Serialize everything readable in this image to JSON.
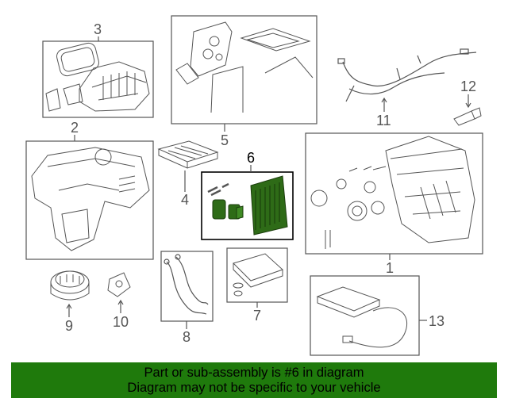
{
  "diagram": {
    "callouts": [
      {
        "id": "1",
        "label": "1"
      },
      {
        "id": "2",
        "label": "2"
      },
      {
        "id": "3",
        "label": "3"
      },
      {
        "id": "4",
        "label": "4"
      },
      {
        "id": "5",
        "label": "5"
      },
      {
        "id": "6",
        "label": "6",
        "highlighted": true
      },
      {
        "id": "7",
        "label": "7"
      },
      {
        "id": "8",
        "label": "8"
      },
      {
        "id": "9",
        "label": "9"
      },
      {
        "id": "10",
        "label": "10"
      },
      {
        "id": "11",
        "label": "11"
      },
      {
        "id": "12",
        "label": "12"
      },
      {
        "id": "13",
        "label": "13"
      }
    ],
    "colors": {
      "line": "#555555",
      "highlight_fill": "#2e6b17",
      "banner_bg": "#1f7a0c"
    }
  },
  "banner": {
    "line1": "Part or sub-assembly is #6 in diagram",
    "line2": "Diagram may not be specific to your vehicle"
  }
}
